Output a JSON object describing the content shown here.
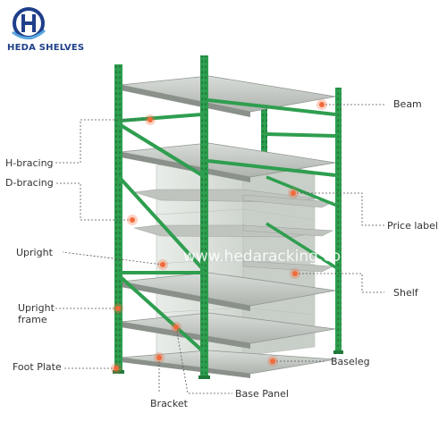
{
  "brand": {
    "name": "HEDA SHELVES"
  },
  "watermark": "www.hedaracking.com",
  "colors": {
    "frame_green": "#2e9e4f",
    "frame_green_dark": "#23803e",
    "shelf": "#c9cdc9",
    "panel": "#dfe4e0",
    "marker": "#f26a3a",
    "label_text": "#333333",
    "brand_blue": "#1f3f8a"
  },
  "labels": {
    "beam": "Beam",
    "h_bracing": "H-bracing",
    "d_bracing": "D-bracing",
    "price_label": "Price label",
    "upright": "Upright",
    "shelf": "Shelf",
    "upright_frame": "Upright frame",
    "foot_plate": "Foot Plate",
    "baseleg": "Baseleg",
    "bracket": "Bracket",
    "base_panel": "Base Panel"
  }
}
